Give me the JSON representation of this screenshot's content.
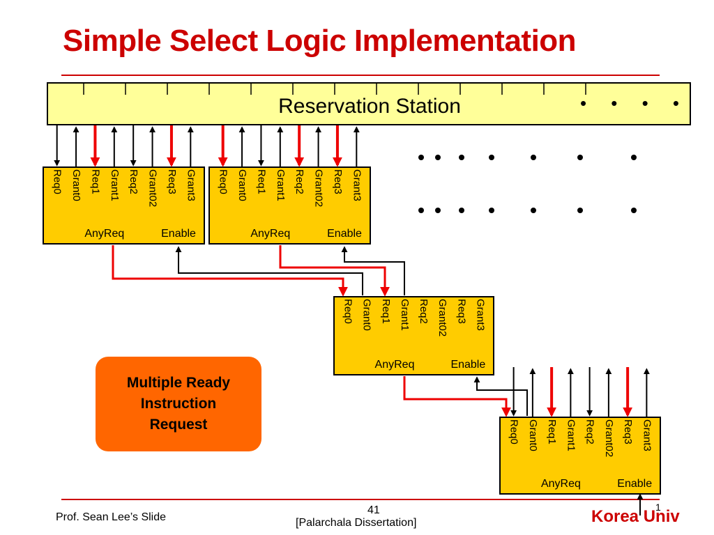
{
  "slide": {
    "title": "Simple Select Logic Implementation",
    "footer_author": "Prof. Sean Lee’s Slide",
    "footer_page": "41",
    "footer_citation": "[Palarchala Dissertation]",
    "footer_brand": "Korea Univ",
    "slide_number": "1"
  },
  "colors": {
    "title": "#cc0000",
    "reservation_station_fill": "#ffff99",
    "arbiter_fill": "#ffcc00",
    "request_arrow": "#ee0000",
    "callout_fill": "#ff6600"
  },
  "diagram": {
    "reservation_station_label": "Reservation Station",
    "continuation_dots": "• • • •",
    "arbiter_pins": [
      "Req0",
      "Grant0",
      "Req1",
      "Grant1",
      "Req2",
      "Grant02",
      "Req3",
      "Grant3"
    ],
    "arbiter_outputs": [
      "AnyReq",
      "Enable"
    ],
    "callout_lines": [
      "Multiple Ready",
      "Instruction",
      "Request"
    ]
  }
}
